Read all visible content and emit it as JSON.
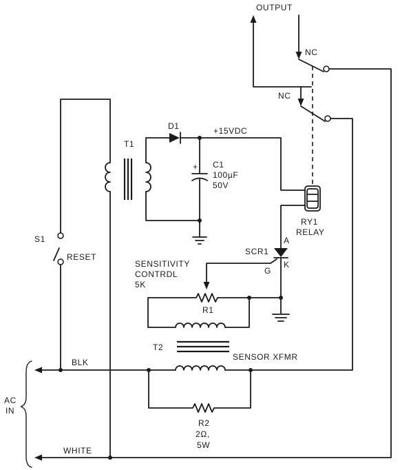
{
  "labels": {
    "output": "OUTPUT",
    "nc_top": "NC",
    "nc_mid": "NC",
    "d1": "D1",
    "vdc": "+15VDC",
    "t1": "T1",
    "c1_name": "C1",
    "c1_value": "100µF",
    "c1_voltage": "50V",
    "c1_plus": "+",
    "ry1_name": "RY1",
    "ry1_desc": "RELAY",
    "s1": "S1",
    "reset": "RESET",
    "scr1": "SCR1",
    "anode": "A",
    "gate": "G",
    "cathode": "K",
    "sensitivity_line1": "SENSITIVITY",
    "sensitivity_line2": "CONTRDL",
    "sensitivity_line3": "5K",
    "r1": "R1",
    "t2": "T2",
    "sensor_xfmr": "SENSOR XFMR",
    "blk": "BLK",
    "ac_line1": "AC",
    "ac_line2": "IN",
    "r2_name": "R2",
    "r2_value": "2Ω,",
    "r2_power": "5W",
    "white": "WHITE"
  }
}
